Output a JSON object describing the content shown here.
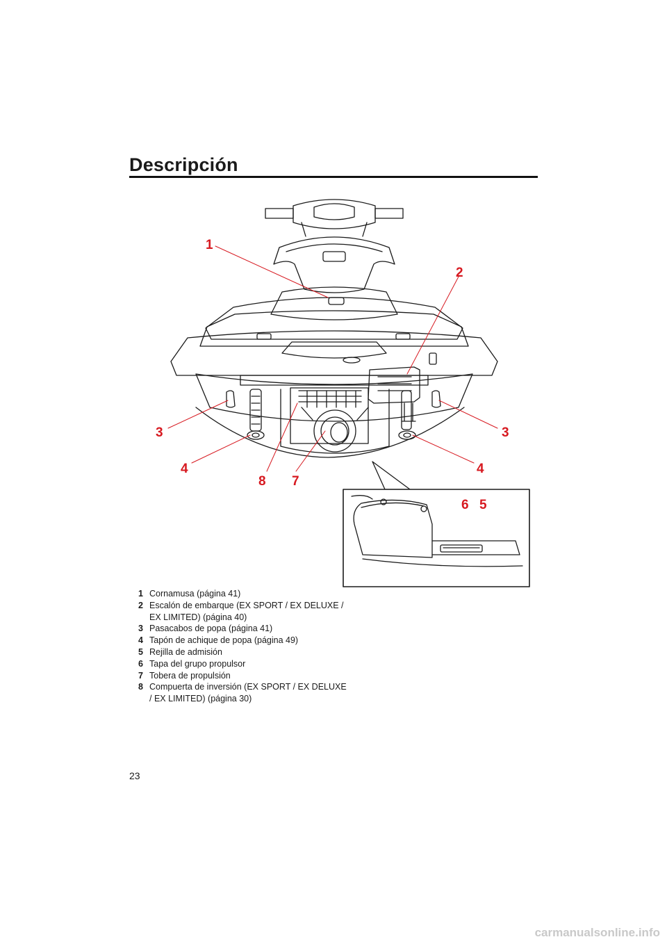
{
  "page": {
    "title": "Descripción",
    "page_number": "23",
    "watermark": "carmanualsonline.info"
  },
  "figure": {
    "callouts": [
      "1",
      "2",
      "3",
      "3",
      "4",
      "4",
      "8",
      "7",
      "6",
      "5"
    ],
    "callout_color": "#d71920"
  },
  "legend": [
    {
      "num": "1",
      "text": "Cornamusa (página 41)"
    },
    {
      "num": "2",
      "text": "Escalón de embarque (EX SPORT / EX DELUXE / EX LIMITED)  (página 40)"
    },
    {
      "num": "3",
      "text": "Pasacabos de popa (página 41)"
    },
    {
      "num": "4",
      "text": "Tapón de achique de popa (página 49)"
    },
    {
      "num": "5",
      "text": "Rejilla de admisión"
    },
    {
      "num": "6",
      "text": "Tapa del grupo propulsor"
    },
    {
      "num": "7",
      "text": "Tobera de propulsión"
    },
    {
      "num": "8",
      "text": "Compuerta de inversión (EX SPORT / EX DELUXE / EX LIMITED) (página 30)"
    }
  ]
}
